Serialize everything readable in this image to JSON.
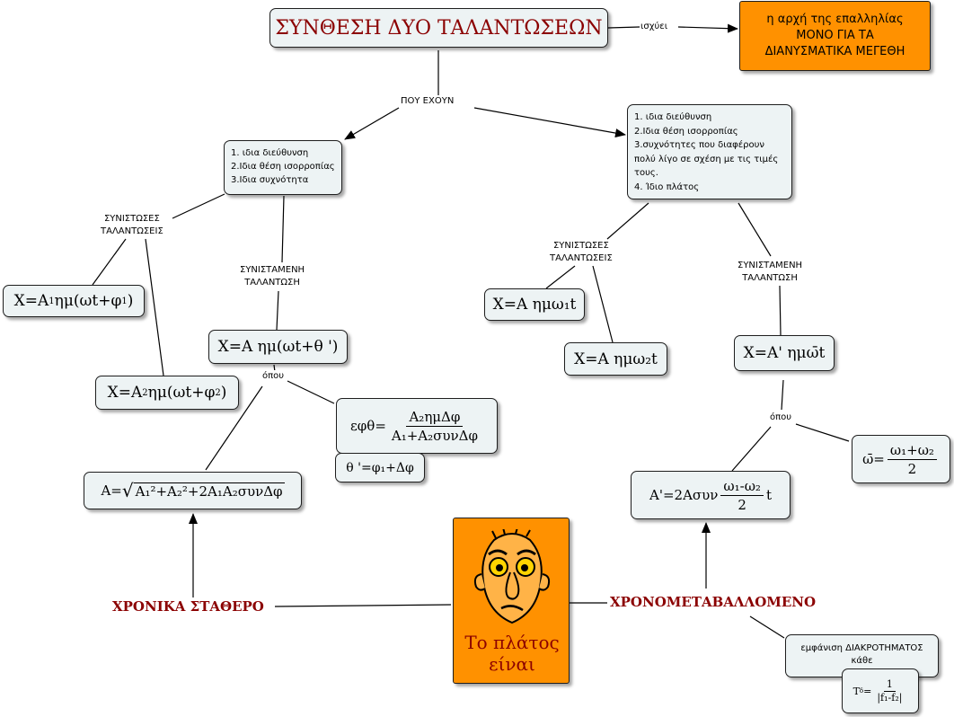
{
  "title": "ΣΥΝΘΕΣΗ ΔΥΟ ΤΑΛΑΝΤΩΣΕΩΝ",
  "link_isxyei": "ισχύει",
  "principle": {
    "line1": "η αρχή της επαλληλίας",
    "line2": "ΜΟΝΟ ΓΙΑ ΤΑ",
    "line3": "ΔΙΑΝΥΣΜΑΤΙΚΑ ΜΕΓΕΘΗ"
  },
  "link_pou_exoun": "ΠΟΥ ΕΧΟΥΝ",
  "left_conditions": [
    "1. ιδια διεύθυνση",
    "2.Ιδια θέση ισορροπίας",
    "3.Ιδια συχνότητα"
  ],
  "right_conditions": [
    "1. ιδια διεύθυνση",
    "2.Ιδια θέση ισορροπίας",
    "3.συχνότητες που διαφέρουν",
    "πολύ λίγο σε σχέση με τις τιμές",
    "τους.",
    "4. Ίδιο πλάτος"
  ],
  "link_systwses_line1": "ΣΥΝΙΣΤΩΣΕΣ",
  "link_systwses_line2": "ΤΑΛΑΝΤΩΣΕΙΣ",
  "link_synistamenh_line1": "ΣΥΝΙΣΤΑΜΕΝΗ",
  "link_synistamenh_line2": "ΤΑΛΑΝΤΩΣΗ",
  "link_opou": "όπου",
  "formulas": {
    "x1_left": {
      "lhs": "X=",
      "a": "A",
      "a_sub": "1",
      "mid": "ημ(ωt+φ",
      "phi_sub": "1",
      "end": ")"
    },
    "x2_left": {
      "lhs": "X=",
      "a": "A",
      "a_sub": "2",
      "mid": "ημ(ωt+φ",
      "phi_sub": "2",
      "end": ")"
    },
    "x_res_left": {
      "text": "X=A ημ(ωt+θ ')"
    },
    "tan_theta": {
      "lhs": "εφθ=",
      "num": "A₂ημΔφ",
      "den": "A₁+A₂συνΔφ"
    },
    "theta_prime": {
      "text": "θ '=φ₁+Δφ"
    },
    "amp_left": {
      "lhs": "A=",
      "rad": "A₁²+A₂²+2A₁A₂συνΔφ"
    },
    "x1_right": {
      "text": "X=A ημω₁t"
    },
    "x2_right": {
      "text": "X=A ημω₂t"
    },
    "x_res_right": {
      "text": "X=A' ημω̄t"
    },
    "omega_bar": {
      "lhs": "ω̄=",
      "num": "ω₁+ω₂",
      "den": "2"
    },
    "amp_right": {
      "lhs": "A'=2Aσυν",
      "num": "ω₁-ω₂",
      "den": "2",
      "tail": "t"
    },
    "beat_period": {
      "lhs": "T",
      "lhs_sub": "δ",
      "eq": "=",
      "num": "1",
      "den": "|f₁-f₂|"
    }
  },
  "center": {
    "text_line1": "Το πλάτος",
    "text_line2": "είναι"
  },
  "left_branch": "ΧΡΟΝΙΚΑ ΣΤΑΘΕΡΟ",
  "right_branch": "ΧΡΟΝΟΜΕΤΑΒΑΛΛΟΜΕΝΟ",
  "beats_note": {
    "line1": "εμφάνιση ΔΙΑΚΡΟΤΗΜΑΤΟΣ",
    "line2": "κάθε"
  },
  "colors": {
    "title_text": "#8b0000",
    "orange": "#ff9100",
    "node_bg": "#edf3f4",
    "branch_text": "#8b0000"
  },
  "icons": {
    "center_face": "worried-face-icon"
  }
}
